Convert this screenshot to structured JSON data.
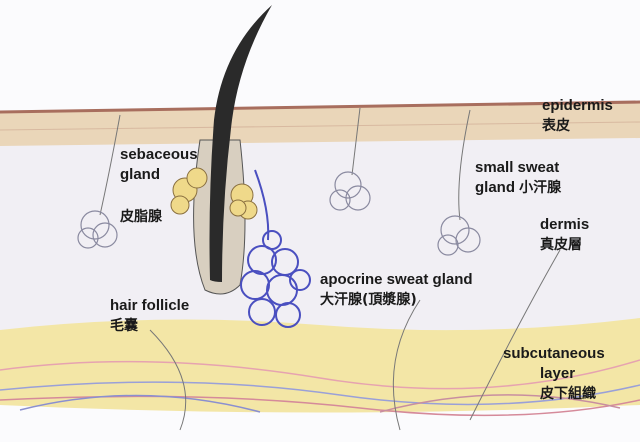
{
  "labels": {
    "epidermis": {
      "en": "epidermis",
      "zh": "表皮"
    },
    "sebaceous_gland": {
      "en1": "sebaceous",
      "en2": "gland",
      "zh": "皮脂腺"
    },
    "small_sweat_gland": {
      "en1": "small sweat",
      "en2": "gland",
      "zh": "小汗腺"
    },
    "dermis": {
      "en": "dermis",
      "zh": "真皮層"
    },
    "apocrine_sweat_gland": {
      "en": "apocrine sweat gland",
      "zh": "大汗腺(頂漿腺)"
    },
    "hair_follicle": {
      "en": "hair follicle",
      "zh": "毛囊"
    },
    "subcutaneous_layer": {
      "en1": "subcutaneous",
      "en2": "layer",
      "zh": "皮下組織"
    }
  },
  "colors": {
    "epidermis": "#e8d2b4",
    "epidermis_edge": "#b07a6a",
    "dermis": "#f2f0f5",
    "subcutaneous": "#f3e7a8",
    "sebaceous": "#efd98a",
    "apocrine": "#4a4fc0",
    "hair": "#2a2a2a"
  }
}
